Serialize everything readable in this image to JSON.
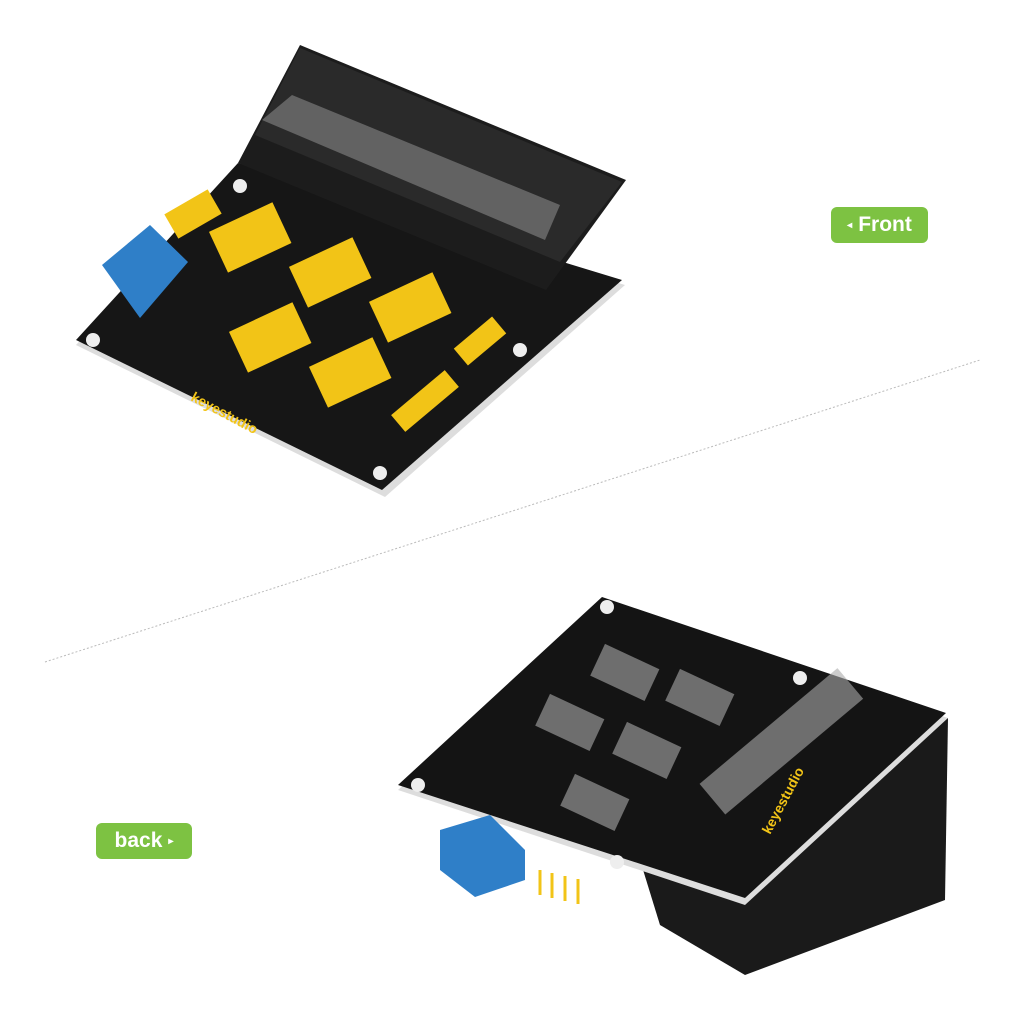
{
  "labels": {
    "front": {
      "text": "Front",
      "arrow": "◂",
      "icon": "triangle-left-icon"
    },
    "back": {
      "text": "back",
      "arrow": "▸",
      "icon": "triangle-right-icon"
    }
  },
  "board_logo": "keyestudio",
  "colors": {
    "label_green": "#7dc242",
    "pcb": "#141414",
    "header_yellow": "#f2c417",
    "terminal_blue": "#2f7fc8"
  }
}
